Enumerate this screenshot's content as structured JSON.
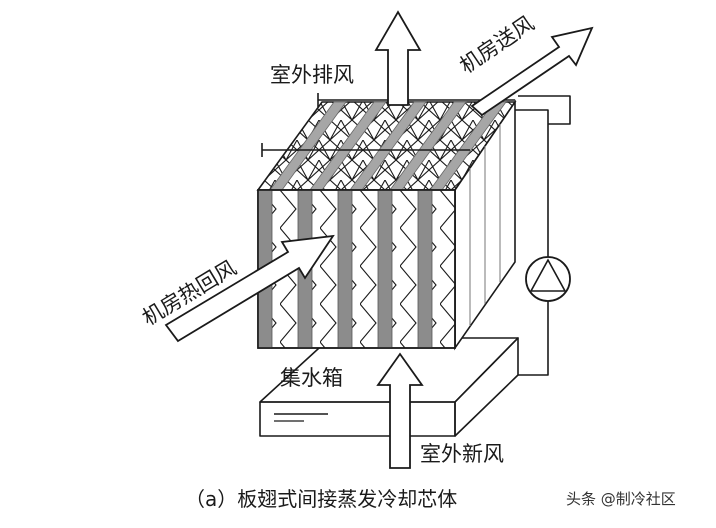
{
  "diagram": {
    "labels": {
      "outdoor_exhaust": "室外排风",
      "room_supply": "机房送风",
      "room_return": "机房热回风",
      "water_tank": "集水箱",
      "outdoor_fresh": "室外新风"
    },
    "caption": "（a）板翅式间接蒸发冷却芯体",
    "watermark": "头条 @制冷社区",
    "components": [
      "plate-fin-core",
      "water-tank",
      "pump",
      "spray-pipe"
    ]
  }
}
